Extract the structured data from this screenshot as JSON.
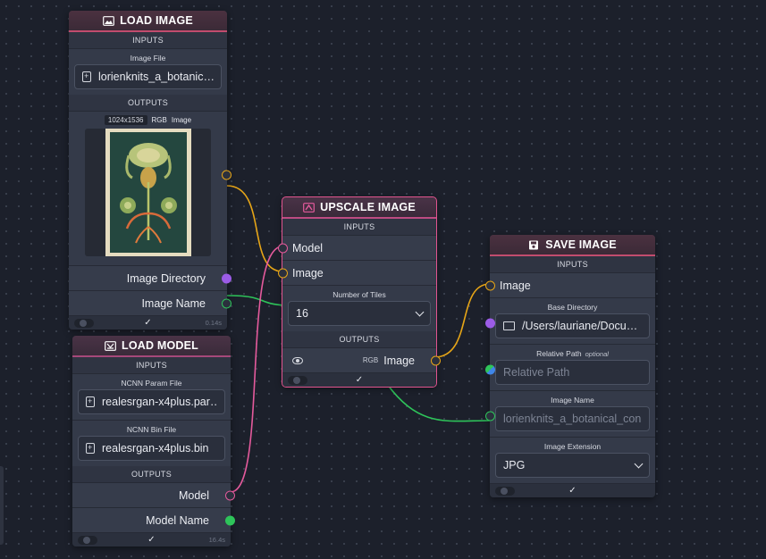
{
  "canvas": {
    "background": "#1c202b"
  },
  "colors": {
    "image_type": "#e6a517",
    "model_type": "#e45a9c",
    "path_type": "#9b5ce6",
    "string_type": "#2ec45a"
  },
  "load_image": {
    "title": "LOAD IMAGE",
    "inputs_label": "INPUTS",
    "image_file_label": "Image File",
    "image_file_value": "lorienknits_a_botanic…",
    "outputs_label": "OUTPUTS",
    "preview": {
      "dimensions": "1024x1536",
      "channels": "RGB",
      "type_label": "Image"
    },
    "out_directory": "Image Directory",
    "out_name": "Image Name",
    "time": "0.14s"
  },
  "load_model": {
    "title": "LOAD MODEL",
    "inputs_label": "INPUTS",
    "param_label": "NCNN Param File",
    "param_value": "realesrgan-x4plus.par…",
    "bin_label": "NCNN Bin File",
    "bin_value": "realesrgan-x4plus.bin",
    "outputs_label": "OUTPUTS",
    "out_model": "Model",
    "out_model_name": "Model Name",
    "time": "16.4s"
  },
  "upscale": {
    "title": "UPSCALE IMAGE",
    "inputs_label": "INPUTS",
    "in_model": "Model",
    "in_image": "Image",
    "tiles_label": "Number of Tiles",
    "tiles_value": "16",
    "outputs_label": "OUTPUTS",
    "out_channels": "RGB",
    "out_image": "Image"
  },
  "save_image": {
    "title": "SAVE IMAGE",
    "inputs_label": "INPUTS",
    "in_image": "Image",
    "base_dir_label": "Base Directory",
    "base_dir_value": "/Users/lauriane/Docu…",
    "rel_path_label": "Relative Path",
    "rel_path_optional": "optional",
    "rel_path_placeholder": "Relative Path",
    "image_name_label": "Image Name",
    "image_name_placeholder": "lorienknits_a_botanical_con",
    "ext_label": "Image Extension",
    "ext_value": "JPG"
  },
  "icons": [
    "image-icon",
    "model-icon",
    "upscale-icon",
    "save-icon",
    "file-icon",
    "folder-icon",
    "chevron-down-icon",
    "eye-icon",
    "check-icon",
    "play-toggle-icon"
  ]
}
